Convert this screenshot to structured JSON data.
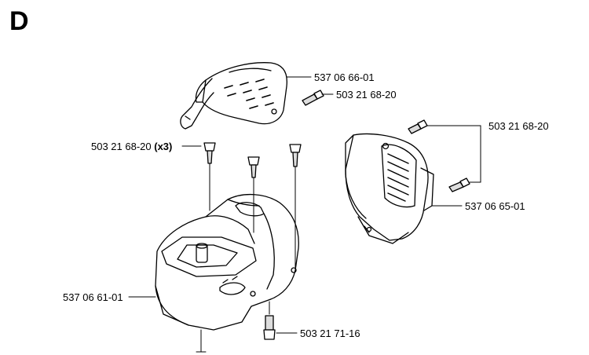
{
  "section": "D",
  "callouts": {
    "top_cover": "537 06 66-01",
    "top_cover_screw": "503 21 68-20",
    "housing_screws": "503 21 68-20",
    "housing_screws_qty": "(x3)",
    "side_cover_screws": "503 21 68-20",
    "side_cover": "537 06 65-01",
    "housing": "537 06 61-01",
    "bottom_screw": "503 21 71-16"
  }
}
